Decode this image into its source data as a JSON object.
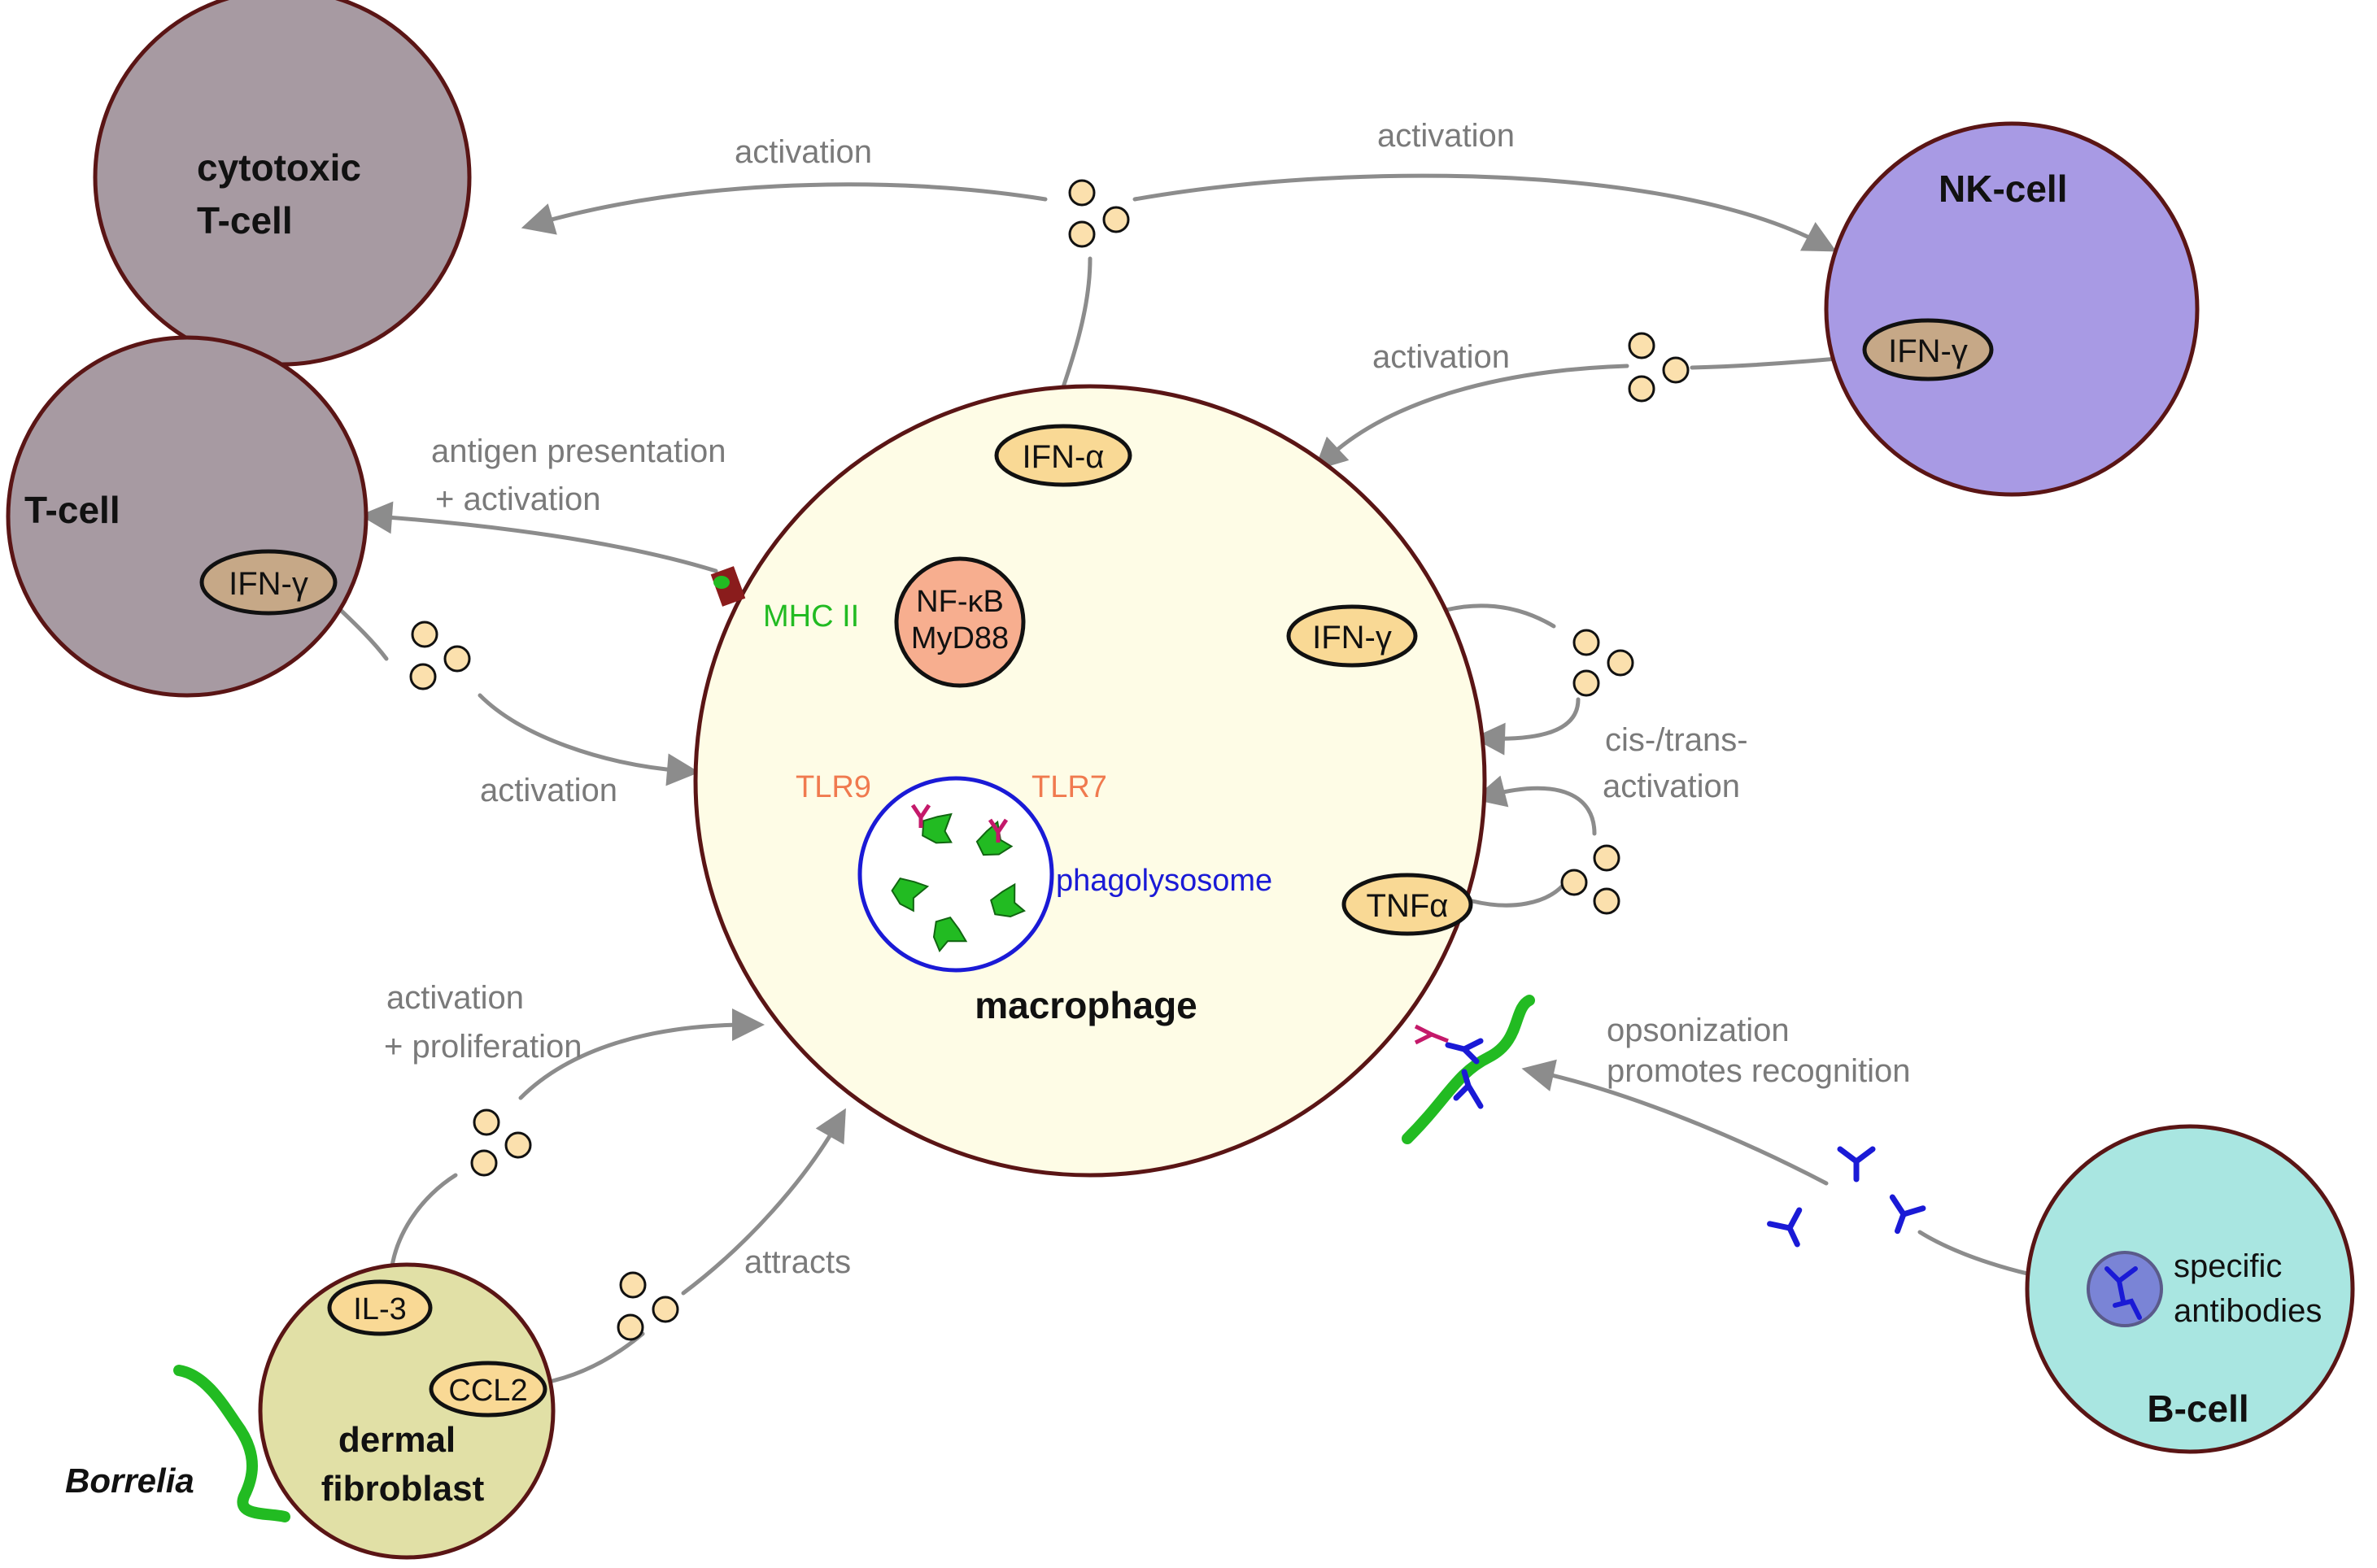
{
  "cells": {
    "cytotoxic_t_cell": {
      "line1": "cytotoxic",
      "line2": "T-cell"
    },
    "nk_cell": {
      "label": "NK-cell"
    },
    "t_cell": {
      "label": "T-cell"
    },
    "macrophage": {
      "label": "macrophage"
    },
    "dermal_fibroblast": {
      "line1": "dermal",
      "line2": "fibroblast"
    },
    "b_cell": {
      "label": "B-cell"
    }
  },
  "molecules": {
    "ifn_alpha": "IFN-α",
    "ifn_gamma_nk": "IFN-γ",
    "ifn_gamma_t": "IFN-γ",
    "ifn_gamma_mac": "IFN-γ",
    "tnf_alpha": "TNFα",
    "il3": "IL-3",
    "ccl2": "CCL2",
    "nfkb_line1": "NF-κB",
    "nfkb_line2": "MyD88"
  },
  "labels": {
    "activation_top_left": "activation",
    "activation_top_right": "activation",
    "activation_nk": "activation",
    "antigen_line1": "antigen presentation",
    "antigen_line2": "+ activation",
    "activation_t": "activation",
    "cis_trans_line1": "cis-/trans-",
    "cis_trans_line2": "activation",
    "activation_prolif_line1": "activation",
    "activation_prolif_line2": "+ proliferation",
    "attracts": "attracts",
    "opsonization_line1": "opsonization",
    "opsonization_line2": "promotes recognition",
    "mhc2": "MHC II",
    "tlr9": "TLR9",
    "tlr7": "TLR7",
    "phagolysosome": "phagolysosome",
    "specific_line1": "specific",
    "specific_line2": "antibodies",
    "borrelia": "Borrelia"
  },
  "colors": {
    "outline": "#5a1515",
    "cytotoxic_fill": "#a79aa2",
    "t_cell_fill": "#a79aa2",
    "nk_fill": "#a89ae4",
    "macrophage_fill": "#fefce6",
    "fibroblast_fill": "#e1e0a6",
    "b_cell_fill": "#a9e6e1",
    "ifn_alpha_fill": "#f9d995",
    "ifn_gamma_nk_fill": "#c6a887",
    "ifn_gamma_t_fill": "#c6a887",
    "oval_fill": "#f9d995",
    "nfkb_fill": "#f7ae8f",
    "cytokine_fill": "#fbe0ad",
    "arrow": "#8c8c8c",
    "label_gray": "#7a7a7a",
    "mhc_green": "#22bb22",
    "tlr_orange": "#f07a4f",
    "phagolysosome_blue": "#1a1ad6",
    "antibody_blue": "#1a1ad6",
    "receptor_magenta": "#c4196a",
    "borrelia_green": "#22bb22",
    "nucleus_fill": "#7a84d6"
  }
}
